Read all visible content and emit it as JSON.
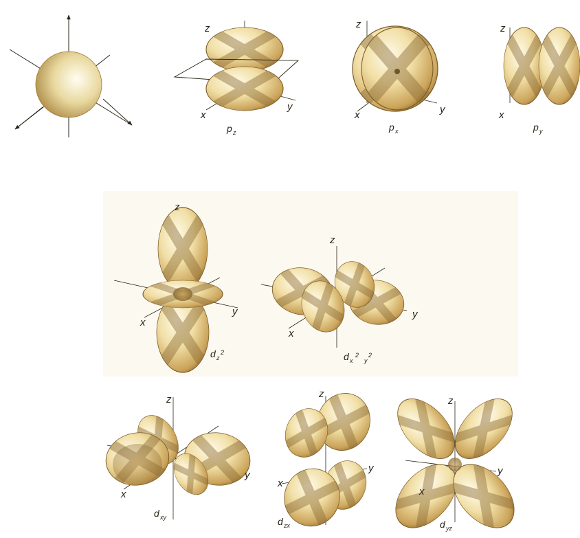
{
  "colors": {
    "lobe_light": "#fbf2cf",
    "lobe_mid": "#e6cc84",
    "lobe_dark": "#8a6220",
    "mesh": "#8a6a34",
    "axis": "#2a2418",
    "panel_bg": "#fcf9f1"
  },
  "axes": {
    "x": "x",
    "y": "y",
    "z": "z"
  },
  "labels": {
    "pz": {
      "main": "p",
      "sub": "z"
    },
    "px": {
      "main": "p",
      "sub": "x"
    },
    "py": {
      "main": "p",
      "sub": "y"
    },
    "dz2": {
      "main": "d",
      "sub": "z",
      "sup": "2"
    },
    "dx2y2": {
      "main": "d",
      "sub1": "x",
      "sup1": "2",
      "sub2": "y",
      "sup2": "2"
    },
    "dxy": {
      "main": "d",
      "sub": "xy"
    },
    "dzx": {
      "main": "d",
      "sub": "zx"
    },
    "dyz": {
      "main": "d",
      "sub": "yz"
    }
  }
}
